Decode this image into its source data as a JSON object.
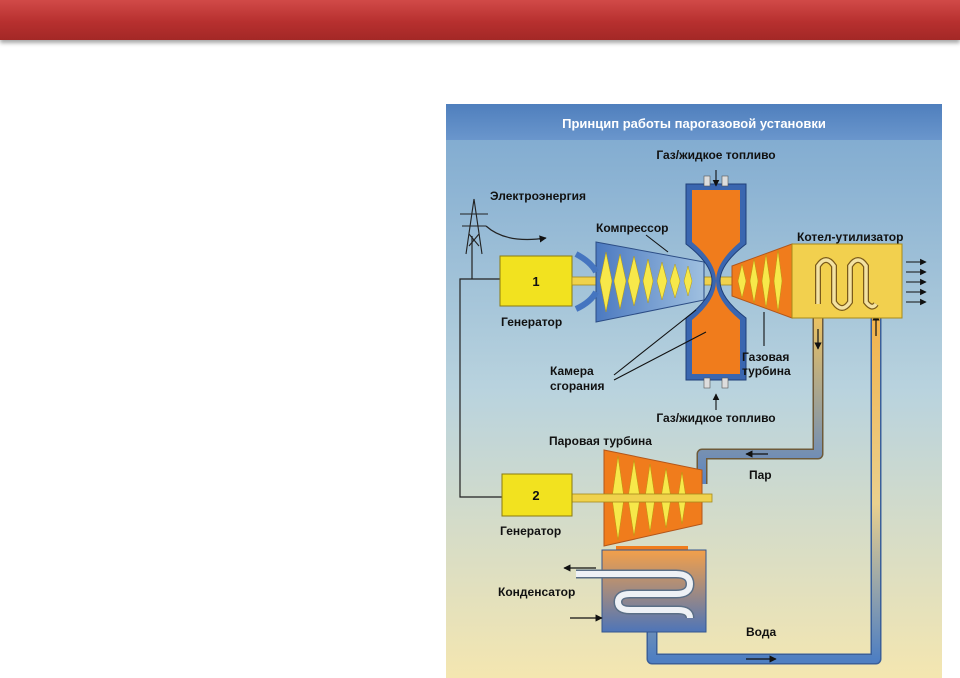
{
  "slide": {
    "header_band_color": "#b83331"
  },
  "diagram": {
    "title": "Принцип работы парогазовой установки",
    "labels": {
      "fuel_top": "Газ/жидкое топливо",
      "fuel_bottom": "Газ/жидкое топливо",
      "electricity": "Электроэнергия",
      "compressor": "Компрессор",
      "boiler": "Котел-утилизатор",
      "generator1_number": "1",
      "generator1": "Генератор",
      "combustion_line1": "Камера",
      "combustion_line2": "сгорания",
      "gas_turbine_line1": "Газовая",
      "gas_turbine_line2": "турбина",
      "steam_turbine": "Паровая турбина",
      "steam": "Пар",
      "generator2_number": "2",
      "generator2": "Генератор",
      "condenser": "Конденсатор",
      "water": "Вода"
    },
    "colors": {
      "generator_fill": "#f2e21f",
      "hot_orange": "#f07c1c",
      "cool_blue": "#3f6fb6",
      "blade_yellow": "#f7e84a"
    },
    "icons": [
      "power-pylon-icon",
      "arrow-icon"
    ]
  }
}
